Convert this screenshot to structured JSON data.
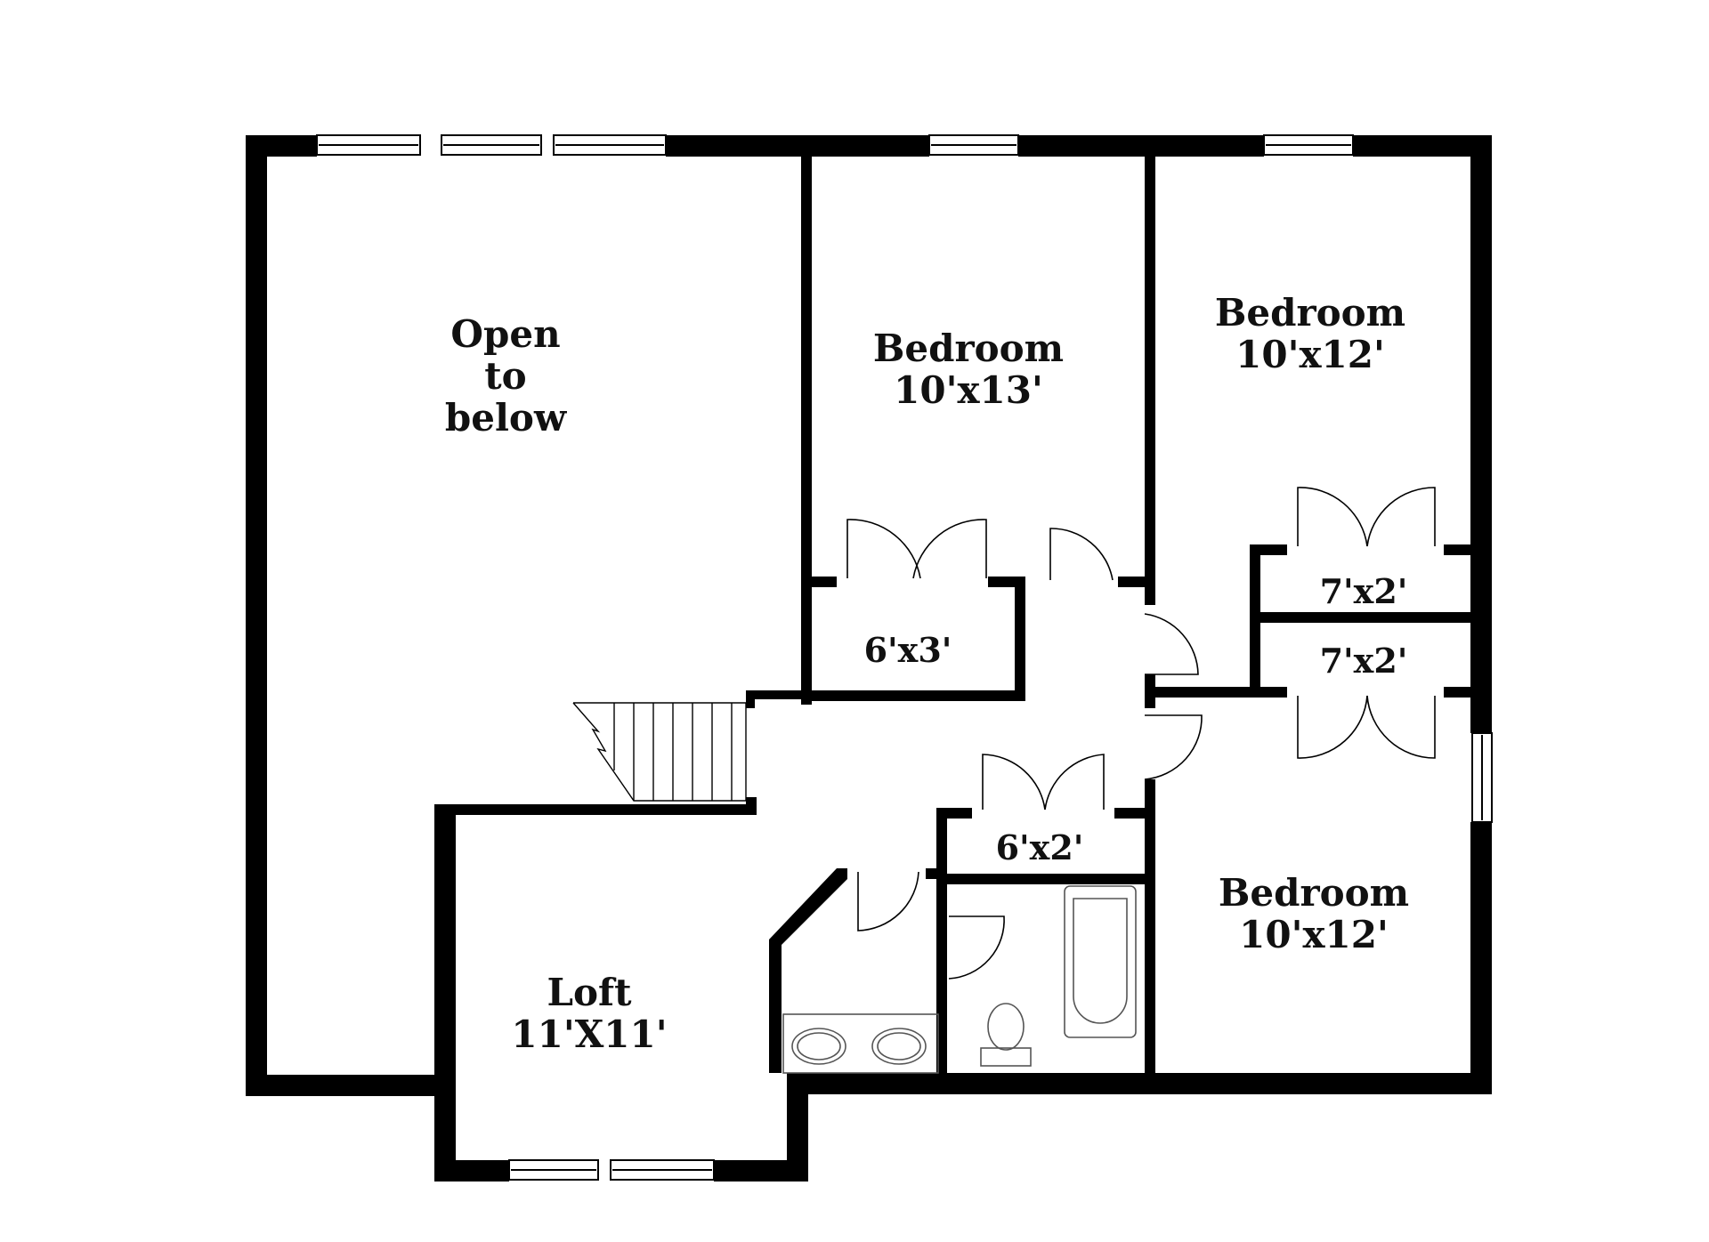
{
  "rooms": {
    "open_to_below": {
      "line1": "Open",
      "line2": "to",
      "line3": "below"
    },
    "bedroom_1": {
      "name": "Bedroom",
      "size": "10'x13'"
    },
    "bedroom_2": {
      "name": "Bedroom",
      "size": "10'x12'"
    },
    "bedroom_3": {
      "name": "Bedroom",
      "size": "10'x12'"
    },
    "loft": {
      "name": "Loft",
      "size": "11'X11'"
    },
    "closet_1": {
      "size": "6'x3'"
    },
    "closet_2": {
      "size": "7'x2'"
    },
    "closet_3": {
      "size": "7'x2'"
    },
    "closet_4": {
      "size": "6'x2'"
    }
  },
  "colors": {
    "wall": "#000000",
    "fixture": "#555555",
    "background": "#ffffff"
  }
}
